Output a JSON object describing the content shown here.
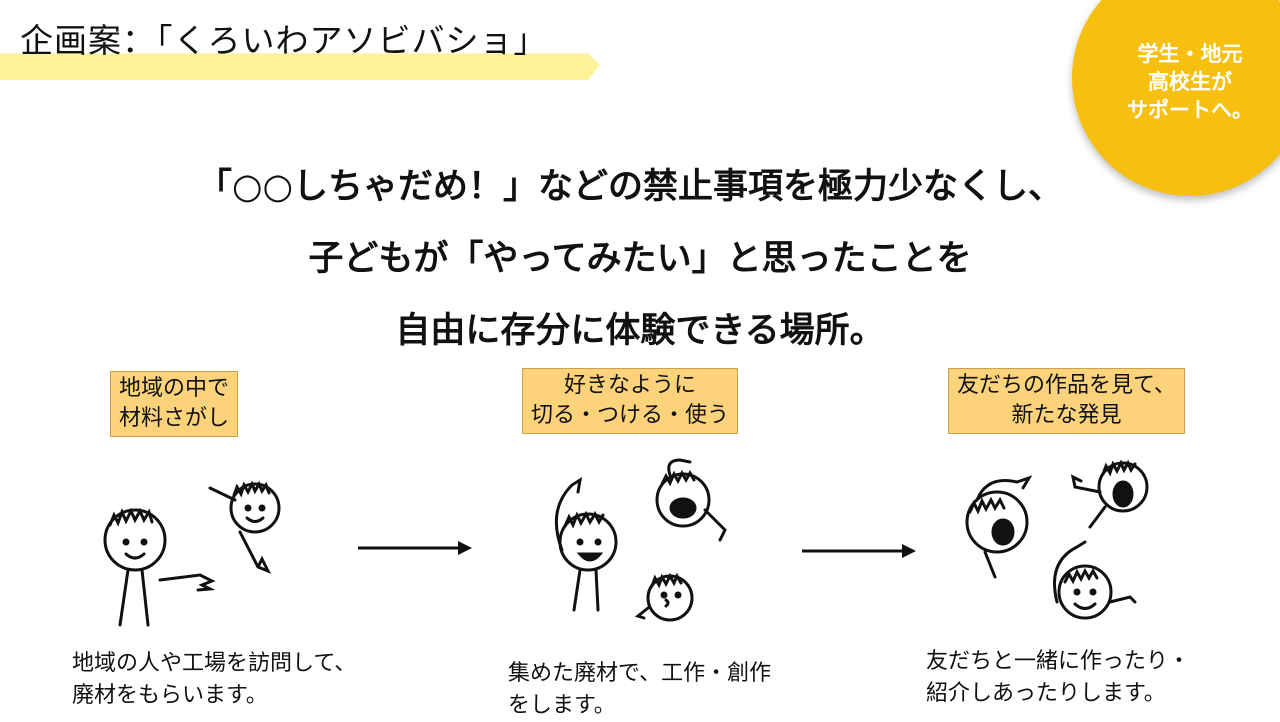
{
  "header": {
    "title": "企画案：「くろいわアソビバショ」"
  },
  "badge": {
    "lines": [
      "学生・地元",
      "高校生が",
      "サポートへ。"
    ]
  },
  "lead": {
    "line1": "「○○しちゃだめ！」などの禁止事項を極力少なくし、",
    "line2": "子どもが「やってみたい」と思ったことを",
    "line3": "自由に存分に体験できる場所。"
  },
  "steps": [
    {
      "label": [
        "地域の中で",
        "材料さがし"
      ],
      "caption": [
        "地域の人や工場を訪問して、",
        "廃材をもらいます。"
      ]
    },
    {
      "label": [
        "好きなように",
        "切る・つける・使う"
      ],
      "caption": [
        "集めた廃材で、工作・創作",
        "をします。"
      ]
    },
    {
      "label": [
        "友だちの作品を見て、",
        "新たな発見"
      ],
      "caption": [
        "友だちと一緒に作ったり・",
        "紹介しあったりします。"
      ]
    }
  ],
  "colors": {
    "title_band": "#fdf39a",
    "badge": "#f7bf10",
    "label_fill": "#fcd27a"
  }
}
